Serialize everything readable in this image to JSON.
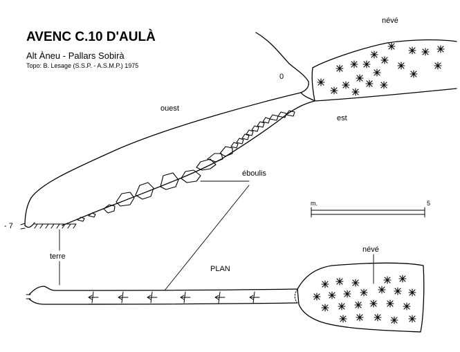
{
  "header": {
    "title": "AVENC C.10 D'AULÀ",
    "subtitle": "Alt Àneu - Pallars Sobirà",
    "credit": "Topo: B. Lesage (S.S.P. - A.S.M.P.) 1975"
  },
  "labels": {
    "neve_top": "névé",
    "zero": "0",
    "est": "est",
    "ouest": "ouest",
    "eboulis": "éboulis",
    "minus7": "- 7",
    "terre": "terre",
    "plan": "PLAN",
    "neve_plan": "névé"
  },
  "scale": {
    "unit": "m.",
    "max": "5"
  }
}
